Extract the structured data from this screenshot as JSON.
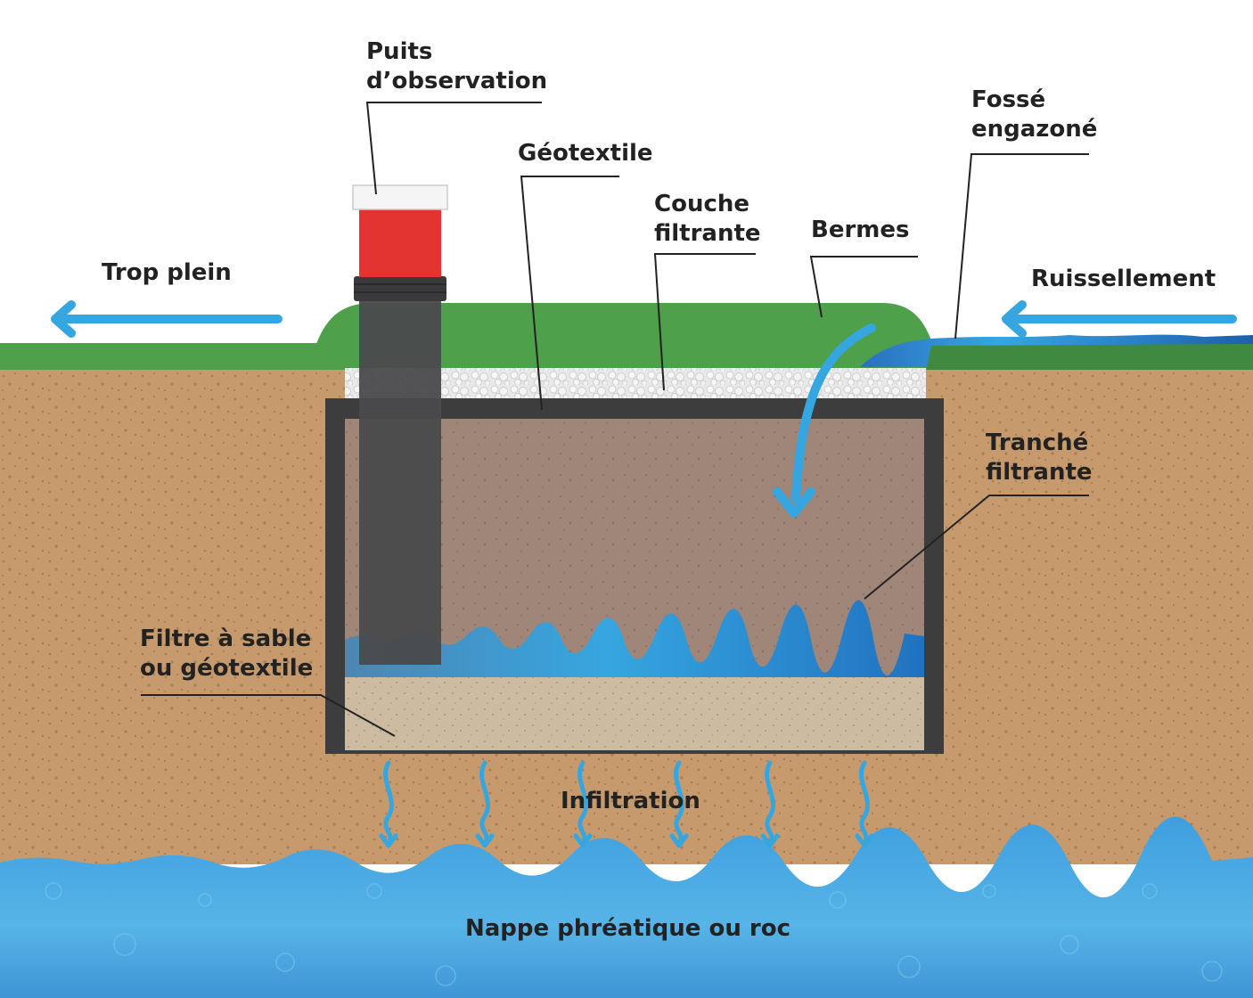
{
  "labels": {
    "puits": [
      "Puits",
      "d’observation"
    ],
    "geotextile": "Géotextile",
    "couche": [
      "Couche",
      "filtrante"
    ],
    "bermes": "Bermes",
    "fosse": [
      "Fossé",
      "engazoné"
    ],
    "trop_plein": "Trop plein",
    "ruissellement": "Ruissellement",
    "tranche": [
      "Tranché",
      "filtrante"
    ],
    "filtre": [
      "Filtre à sable",
      "ou géotextile"
    ],
    "infiltration": "Infiltration",
    "nappe": "Nappe phréatique ou roc"
  },
  "colors": {
    "soil": "#c69a6c",
    "grass": "#4fa04b",
    "grass_dark": "#3f8a40",
    "trench_fill": "#a08678",
    "frame": "#3d3d3d",
    "pipe": "#4a4a4c",
    "cap_red": "#e3342f",
    "sand": "#cdbba1",
    "water": "#3aa7e0",
    "water_deep": "#2577c2",
    "gravel": "#e6e6e6",
    "text": "#222222"
  },
  "icons": [
    "arrow-left-icon",
    "arrow-left-icon",
    "curved-arrow-down-icon",
    "wavy-arrow-down-icon"
  ]
}
